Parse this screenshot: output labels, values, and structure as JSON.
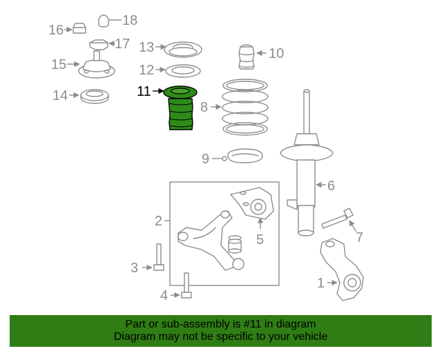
{
  "callouts": {
    "c1": "1",
    "c2": "2",
    "c3": "3",
    "c4": "4",
    "c5": "5",
    "c6": "6",
    "c7": "7",
    "c8": "8",
    "c9": "9",
    "c10": "10",
    "c11": "11",
    "c12": "12",
    "c13": "13",
    "c14": "14",
    "c15": "15",
    "c16": "16",
    "c17": "17",
    "c18": "18"
  },
  "highlight": {
    "part": "11",
    "color": "#2e8b1a"
  },
  "banner": {
    "line1": "Part or sub-assembly is #11 in diagram",
    "line2": "Diagram may not be specific to your vehicle",
    "color": "#2f7d14"
  }
}
